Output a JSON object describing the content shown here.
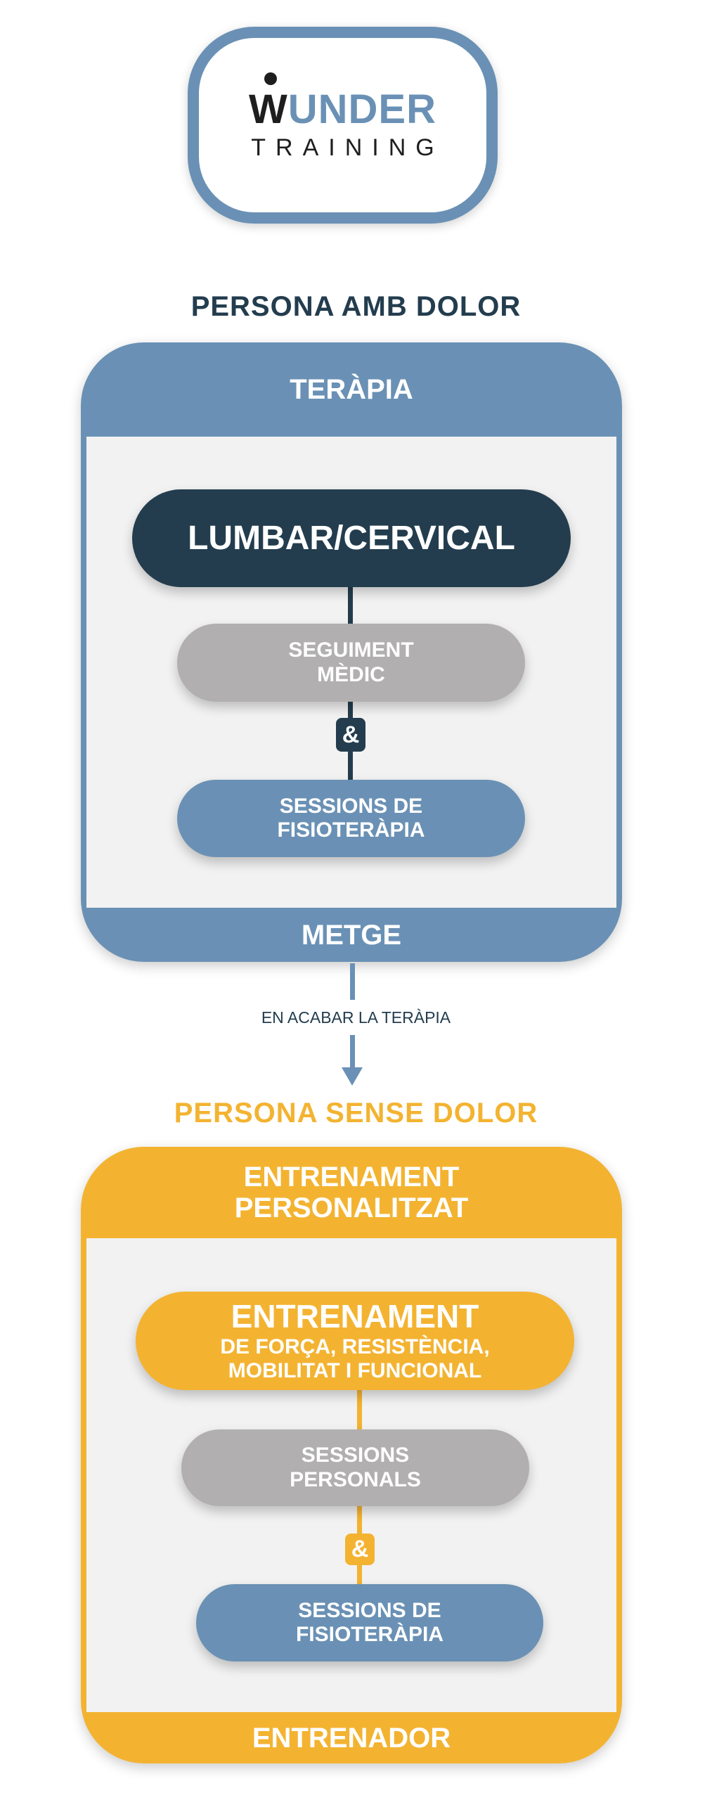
{
  "logo": {
    "brand_top": "WUNDER",
    "brand_bottom": "TRAINING"
  },
  "colors": {
    "blue": "#6A91B5",
    "dark": "#233D4E",
    "grey": "#B1AFB0",
    "yellow": "#F3B331",
    "panel": "#F2F2F2"
  },
  "section1": {
    "title": "PERSONA AMB DOLOR",
    "header": "TERÀPIA",
    "main": "LUMBAR/CERVICAL",
    "step1": [
      "SEGUIMENT",
      "MÈDIC"
    ],
    "connector": "&",
    "step2": [
      "SESSIONS DE",
      "FISIOTERÀPIA"
    ],
    "footer": "METGE"
  },
  "transition": {
    "label": "EN ACABAR LA TERÀPIA"
  },
  "section2": {
    "title": "PERSONA SENSE DOLOR",
    "header": [
      "ENTRENAMENT",
      "PERSONALITZAT"
    ],
    "main_title": "ENTRENAMENT",
    "main_sub": [
      "DE FORÇA, RESISTÈNCIA,",
      "MOBILITAT I FUNCIONAL"
    ],
    "step1": [
      "SESSIONS",
      "PERSONALS"
    ],
    "connector": "&",
    "step2": [
      "SESSIONS DE",
      "FISIOTERÀPIA"
    ],
    "footer": "ENTRENADOR"
  }
}
